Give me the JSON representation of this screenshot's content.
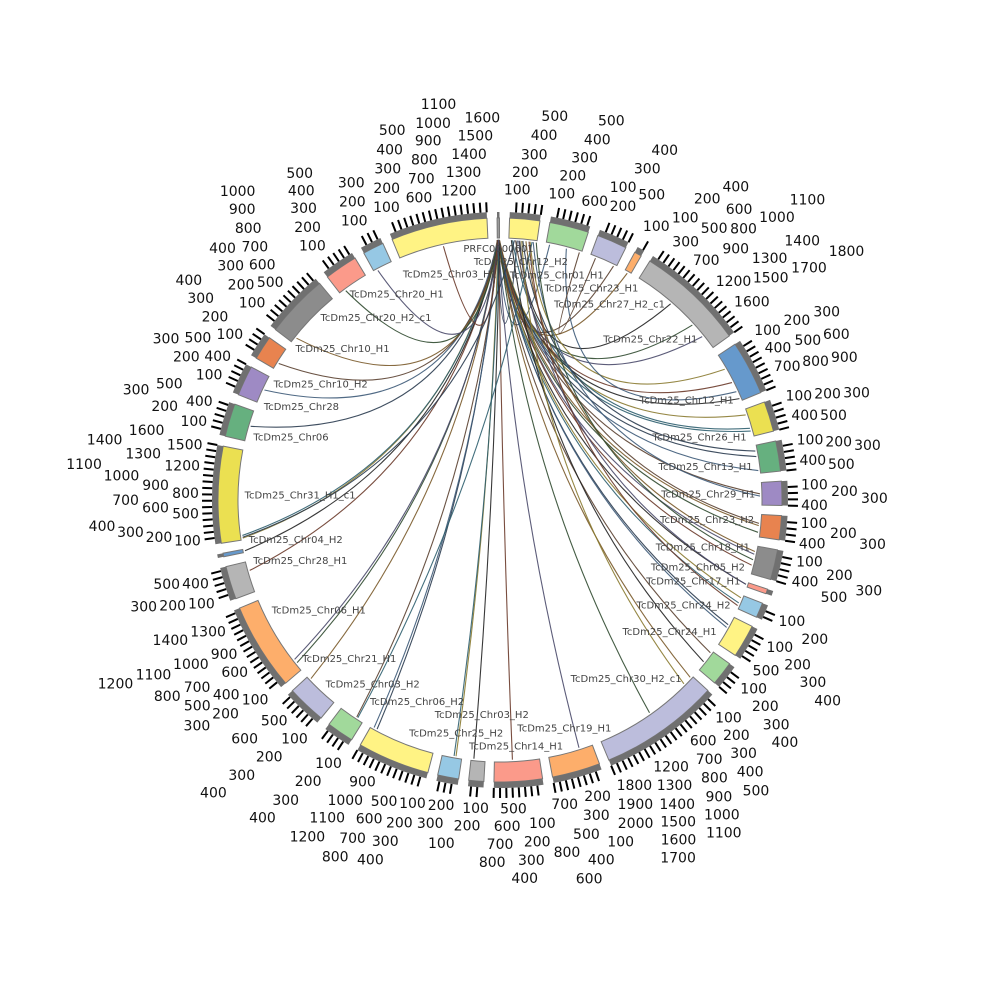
{
  "diagram": {
    "type": "circos",
    "tick_step": 100,
    "link_colors": [
      "#2a3b4f",
      "#3d5a78",
      "#5a4030",
      "#7a5a2a",
      "#304a30",
      "#4a4a6a",
      "#6a3a2a",
      "#222222",
      "#8a7a30",
      "#2f5f6f"
    ],
    "segments": [
      {
        "name": "PRFC0000601",
        "length": 40,
        "color": "#9a9a9a"
      },
      {
        "name": "TcDm25_Chr12_H2",
        "length": 500,
        "color": "#fff384"
      },
      {
        "name": "TcDm25_Chr01_H1",
        "length": 650,
        "color": "#a1d99b"
      },
      {
        "name": "TcDm25_Chr23_H1",
        "length": 500,
        "color": "#bcbddc"
      },
      {
        "name": "TcDm25_Chr27_H2_c1",
        "length": 120,
        "color": "#fdae6b"
      },
      {
        "name": "TcDm25_Chr22_H1",
        "length": 1800,
        "color": "#b5b5b5"
      },
      {
        "name": "TcDm25_Chr12_H1",
        "length": 900,
        "color": "#6699cc"
      },
      {
        "name": "TcDm25_Chr26_H1",
        "length": 500,
        "color": "#ebe051"
      },
      {
        "name": "TcDm25_Chr13_H1",
        "length": 500,
        "color": "#66b07f"
      },
      {
        "name": "TcDm25_Chr29_H1",
        "length": 400,
        "color": "#9e8ac4"
      },
      {
        "name": "TcDm25_Chr23_H2",
        "length": 400,
        "color": "#e8834f"
      },
      {
        "name": "TcDm25_Chr18_H1",
        "length": 500,
        "color": "#8c8c8c"
      },
      {
        "name": "TcDm25_Chr05_H2",
        "length": 80,
        "color": "#fb9a8a"
      },
      {
        "name": "TcDm25_Chr17_H1",
        "length": 250,
        "color": "#96c8e4"
      },
      {
        "name": "TcDm25_Chr24_H2",
        "length": 550,
        "color": "#fff384"
      },
      {
        "name": "TcDm25_Chr24_H1",
        "length": 400,
        "color": "#a1d99b"
      },
      {
        "name": "TcDm25_Chr30_H2_c1",
        "length": 2000,
        "color": "#bcbddc"
      },
      {
        "name": "TcDm25_Chr19_H1",
        "length": 800,
        "color": "#fdae6b"
      },
      {
        "name": "TcDm25_Chr14_H1",
        "length": 800,
        "color": "#fb9a8a"
      },
      {
        "name": "TcDm25_Chr03_H2",
        "length": 250,
        "color": "#b5b5b5"
      },
      {
        "name": "TcDm25_Chr25_H2",
        "length": 350,
        "color": "#96c8e4"
      },
      {
        "name": "TcDm25_Chr06_H2",
        "length": 1200,
        "color": "#fff384"
      },
      {
        "name": "TcDm25_Chr03_H2",
        "length": 450,
        "color": "#a1d99b"
      },
      {
        "name": "TcDm25_Chr21_H1",
        "length": 650,
        "color": "#bcbddc"
      },
      {
        "name": "TcDm25_Chr06_H1",
        "length": 1450,
        "color": "#fdae6b"
      },
      {
        "name": "TcDm25_Chr28_H1",
        "length": 550,
        "color": "#b5b5b5"
      },
      {
        "name": "TcDm25_Chr04_H2",
        "length": 60,
        "color": "#6699cc"
      },
      {
        "name": "TcDm25_Chr31_H1_c1",
        "length": 1600,
        "color": "#ebe051"
      },
      {
        "name": "TcDm25_Chr06",
        "length": 550,
        "color": "#66b07f"
      },
      {
        "name": "TcDm25_Chr28",
        "length": 500,
        "color": "#9e8ac4"
      },
      {
        "name": "TcDm25_Chr10_H2",
        "length": 400,
        "color": "#e8834f"
      },
      {
        "name": "TcDm25_Chr10_H1",
        "length": 1050,
        "color": "#8c8c8c"
      },
      {
        "name": "TcDm25_Chr20_H2_c1",
        "length": 550,
        "color": "#fb9a8a"
      },
      {
        "name": "TcDm25_Chr20_H1",
        "length": 350,
        "color": "#96c8e4"
      },
      {
        "name": "TcDm25_Chr03_H1",
        "length": 1600,
        "color": "#fff384"
      }
    ],
    "links": [
      [
        0,
        1,
        0.3
      ],
      [
        0,
        2,
        0.1
      ],
      [
        0,
        3,
        0.9
      ],
      [
        0,
        4,
        0.5
      ],
      [
        0,
        5,
        0.7
      ],
      [
        0,
        5,
        0.85
      ],
      [
        0,
        6,
        0.6
      ],
      [
        0,
        6,
        0.95
      ],
      [
        0,
        7,
        0.2
      ],
      [
        0,
        7,
        0.8
      ],
      [
        0,
        8,
        0.4
      ],
      [
        0,
        8,
        0.9
      ],
      [
        0,
        9,
        0.5
      ],
      [
        0,
        10,
        0.5
      ],
      [
        0,
        10,
        0.8
      ],
      [
        0,
        11,
        0.3
      ],
      [
        0,
        11,
        0.7
      ],
      [
        0,
        12,
        0.5
      ],
      [
        0,
        13,
        0.2
      ],
      [
        0,
        13,
        0.6
      ],
      [
        0,
        14,
        0.3
      ],
      [
        0,
        14,
        0.4
      ],
      [
        0,
        15,
        0.1
      ],
      [
        0,
        16,
        0.02
      ],
      [
        0,
        16,
        0.5
      ],
      [
        0,
        17,
        0.3
      ],
      [
        0,
        18,
        0.6
      ],
      [
        0,
        19,
        0.8
      ],
      [
        0,
        20,
        0.3
      ],
      [
        0,
        20,
        0.4
      ],
      [
        0,
        21,
        0.9
      ],
      [
        0,
        21,
        0.95
      ],
      [
        0,
        22,
        0.3
      ],
      [
        0,
        23,
        0.9
      ],
      [
        0,
        24,
        0.1
      ],
      [
        0,
        24,
        0.15
      ],
      [
        0,
        25,
        0.7
      ],
      [
        0,
        26,
        0.5
      ],
      [
        0,
        27,
        0.02
      ],
      [
        0,
        27,
        0.05
      ],
      [
        0,
        28,
        0.5
      ],
      [
        0,
        29,
        0.5
      ],
      [
        0,
        30,
        0.3
      ],
      [
        0,
        31,
        0.1
      ],
      [
        0,
        32,
        0.2
      ],
      [
        0,
        33,
        0.2
      ],
      [
        0,
        34,
        0.5
      ],
      [
        1,
        5,
        0.4
      ],
      [
        1,
        6,
        0.3
      ],
      [
        1,
        7,
        0.7
      ],
      [
        1,
        8,
        0.2
      ],
      [
        1,
        9,
        0.6
      ],
      [
        1,
        10,
        0.4
      ],
      [
        1,
        11,
        0.2
      ],
      [
        1,
        11,
        0.5
      ],
      [
        1,
        12,
        0.5
      ],
      [
        1,
        13,
        0.8
      ],
      [
        1,
        15,
        0.6
      ],
      [
        1,
        16,
        0.1
      ],
      [
        1,
        22,
        0.25
      ],
      [
        1,
        27,
        0.03
      ],
      [
        2,
        6,
        0.8
      ],
      [
        2,
        3,
        0.2
      ]
    ]
  }
}
